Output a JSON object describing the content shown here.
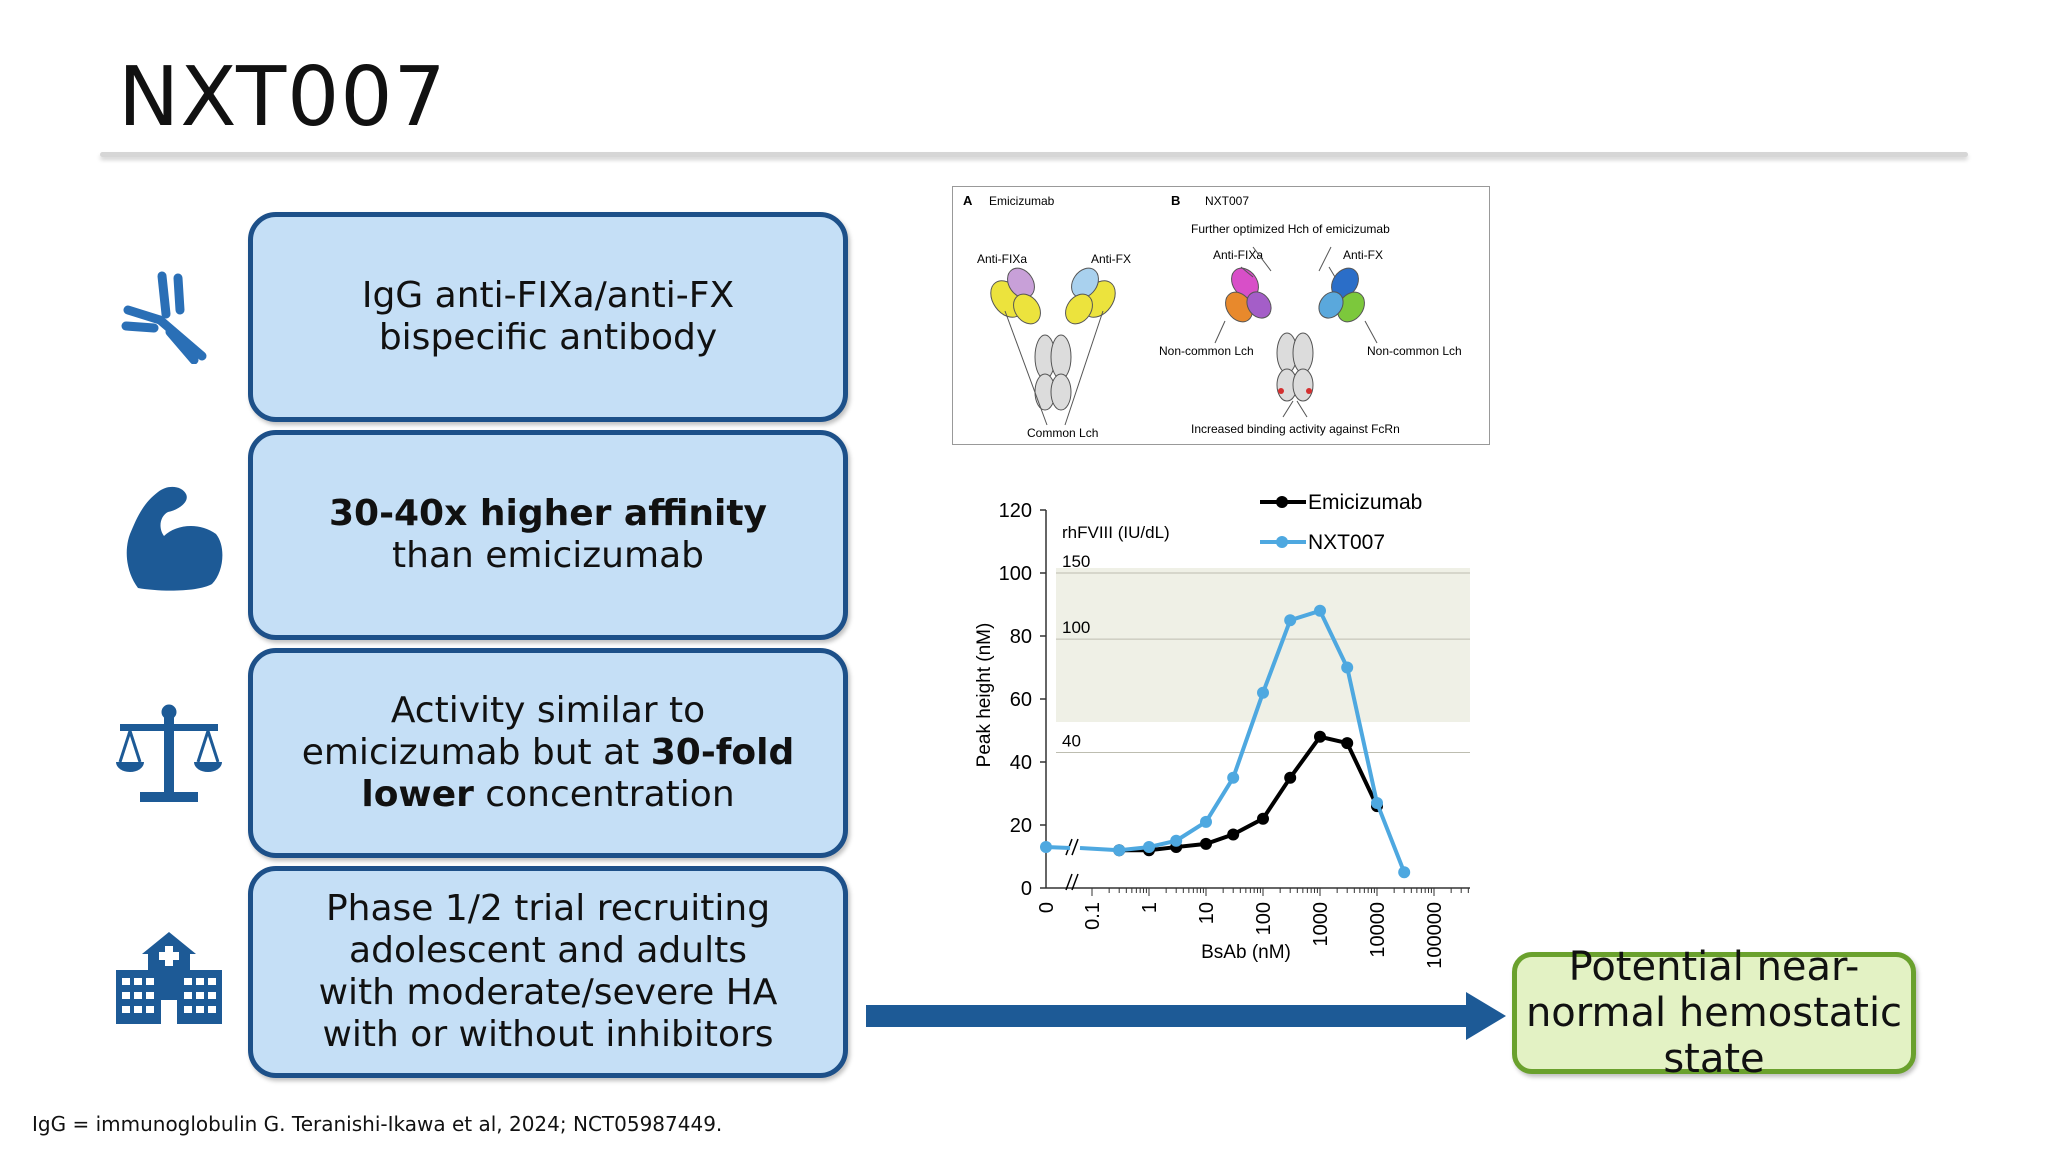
{
  "slide": {
    "title": "NXT007",
    "footnote": "IgG = immunoglobulin G. Teranishi-Ikawa et al, 2024; NCT05987449."
  },
  "boxes": [
    {
      "icon": "antibody-icon",
      "text": "IgG anti-FIXa/anti-FX bispecific antibody"
    },
    {
      "icon": "flexed-bicep-icon",
      "bold": "30-40x higher affinity",
      "after": " than emicizumab"
    },
    {
      "icon": "balance-scale-icon",
      "before": "Activity similar to emicizumab but at ",
      "bold": "30-fold lower",
      "after": " concentration"
    },
    {
      "icon": "hospital-icon",
      "text": "Phase 1/2 trial recruiting adolescent and adults with moderate/severe HA with or without inhibitors"
    }
  ],
  "result": {
    "text": "Potential near-normal hemostatic state"
  },
  "figure": {
    "panel_a_letter": "A",
    "panel_a_title": "Emicizumab",
    "panel_b_letter": "B",
    "panel_b_title": "NXT007",
    "anti_fixa": "Anti-FIXa",
    "anti_fx": "Anti-FX",
    "common_lch": "Common Lch",
    "further_optimized": "Further optimized Hch of emicizumab",
    "non_common_lch": "Non-common Lch",
    "fcrn": "Increased binding activity against FcRn"
  },
  "chart_data": {
    "type": "line",
    "xlabel": "BsAb (nM)",
    "ylabel": "Peak height (nM)",
    "x_scale": "log",
    "x_ticks": [
      "0",
      "0.1",
      "1",
      "10",
      "100",
      "1000",
      "10000",
      "100000"
    ],
    "y_ticks": [
      0,
      20,
      40,
      60,
      80,
      100,
      120
    ],
    "ylim": [
      0,
      120
    ],
    "shaded_band": {
      "label": "rhFVIII (IU/dL)",
      "levels": [
        {
          "label": "150",
          "value": 100
        },
        {
          "label": "100",
          "value": 79
        },
        {
          "label": "40",
          "value": 43
        }
      ]
    },
    "legend_position": "top-right",
    "series": [
      {
        "name": "Emicizumab",
        "color": "#000000",
        "points": [
          [
            0.3,
            12
          ],
          [
            1,
            12
          ],
          [
            3,
            13
          ],
          [
            10,
            14
          ],
          [
            30,
            17
          ],
          [
            100,
            22
          ],
          [
            300,
            35
          ],
          [
            1000,
            48
          ],
          [
            3000,
            46
          ],
          [
            10000,
            26
          ]
        ]
      },
      {
        "name": "NXT007",
        "color": "#4ea8e0",
        "points": [
          [
            0,
            13
          ],
          [
            0.3,
            12
          ],
          [
            1,
            13
          ],
          [
            3,
            15
          ],
          [
            10,
            21
          ],
          [
            30,
            35
          ],
          [
            100,
            62
          ],
          [
            300,
            85
          ],
          [
            1000,
            88
          ],
          [
            3000,
            70
          ],
          [
            10000,
            27
          ],
          [
            30000,
            5
          ]
        ]
      }
    ]
  },
  "colors": {
    "box_fill": "#c5dff6",
    "box_border": "#1d5089",
    "result_fill": "#e3f2c4",
    "result_border": "#6aa12d",
    "icon_blue": "#1d5a96"
  }
}
